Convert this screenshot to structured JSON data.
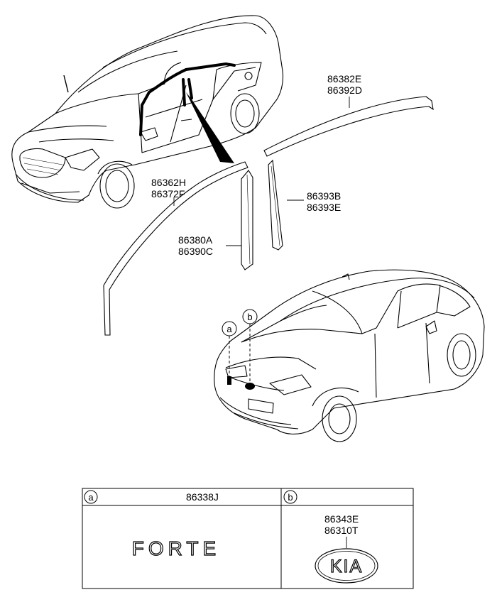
{
  "diagram": {
    "callouts": {
      "belt_front": [
        "86362H",
        "86372F"
      ],
      "pillar_front": [
        "86380A",
        "86390C"
      ],
      "pillar_rear": [
        "86393B",
        "86393E"
      ],
      "roof_rear": [
        "86382E",
        "86392D"
      ]
    },
    "markers": {
      "a": "a",
      "b": "b"
    }
  },
  "table": {
    "col_a": {
      "marker": "a",
      "part": "86338J",
      "emblem_text": "FORTE"
    },
    "col_b": {
      "marker": "b",
      "parts": [
        "86343E",
        "86310T"
      ],
      "emblem_text": "KIA"
    }
  }
}
